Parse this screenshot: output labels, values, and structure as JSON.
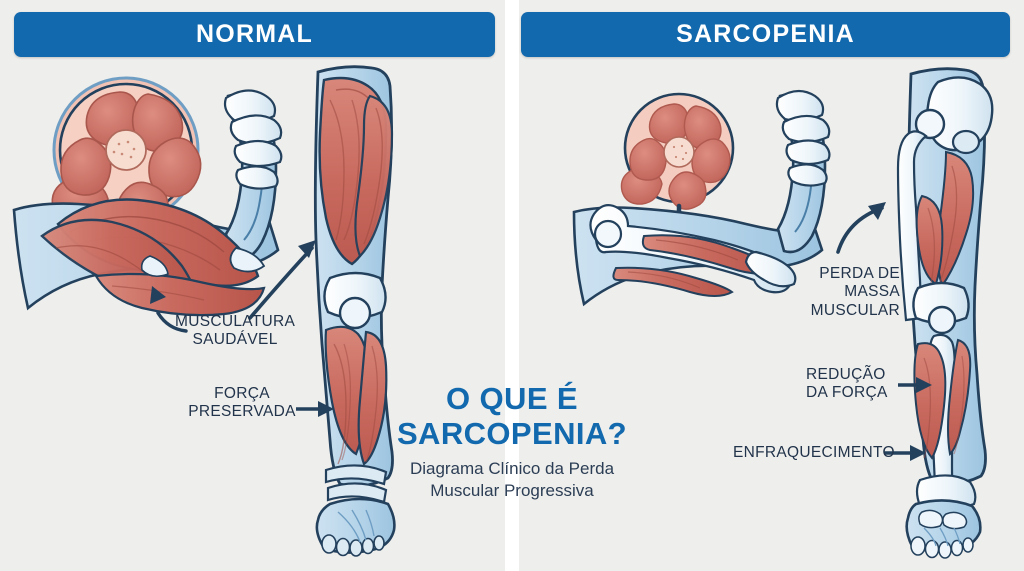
{
  "panels": {
    "left": {
      "banner_label": "NORMAL"
    },
    "right": {
      "banner_label": "SARCOPENIA"
    }
  },
  "title": {
    "line1": "O QUE É",
    "line2": "SARCOPENIA?",
    "subtitle_line1": "Diagrama Clínico da Perda",
    "subtitle_line2": "Muscular Progressiva"
  },
  "labels": {
    "normal": {
      "musculatura_line1": "MUSCULATURA",
      "musculatura_line2": "SAUDÁVEL",
      "forca_line1": "FORÇA",
      "forca_line2": "PRESERVADA"
    },
    "sarcopenia": {
      "perda_line1": "PERDA DE",
      "perda_line2": "MASSA",
      "perda_line3": "MUSCULAR",
      "reducao_line1": "REDUÇÃO",
      "reducao_line2": "DA FORÇA",
      "enfraquecimento": "ENFRAQUECIMENTO"
    }
  },
  "figures": {
    "normal_cross_section": "healthy-muscle-cross-section-icon",
    "normal_arm": "flexed-arm-muscle-icon",
    "normal_leg": "full-leg-muscle-icon",
    "sarcopenia_cross_section": "atrophied-muscle-cross-section-icon",
    "sarcopenia_arm": "atrophied-arm-muscle-icon",
    "sarcopenia_leg": "atrophied-leg-muscle-icon"
  },
  "colors": {
    "banner_blue": "#1269ad",
    "title_blue": "#1269ad",
    "label_navy": "#22344b",
    "muscle_red": "#c96a5f",
    "muscle_red_light": "#d98a7d",
    "bone_blue": "#b9d7ea",
    "bone_white": "#eef6fb",
    "outline_navy": "#23405c",
    "panel_bg": "#eeeeec",
    "skin_pink": "#f2c3b4"
  }
}
